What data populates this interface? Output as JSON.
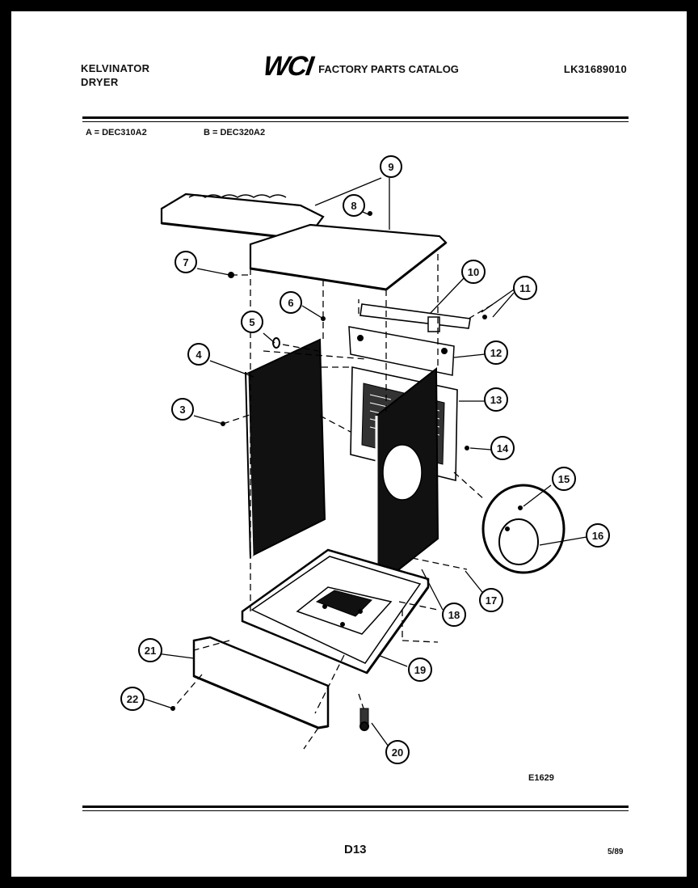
{
  "header": {
    "brand_line1": "KELVINATOR",
    "brand_line2": "DRYER",
    "logo_text": "WCI",
    "catalog_title": "FACTORY PARTS CATALOG",
    "catalog_number": "LK31689010"
  },
  "models": {
    "a": "A = DEC310A2",
    "b": "B = DEC320A2"
  },
  "callouts": [
    "9",
    "8",
    "7",
    "6",
    "5",
    "4",
    "3",
    "10",
    "11",
    "12",
    "13",
    "14",
    "15",
    "16",
    "17",
    "18",
    "19",
    "20",
    "21",
    "22"
  ],
  "figure_id": "E1629",
  "footer": {
    "page_code": "D13",
    "date": "5/89"
  }
}
